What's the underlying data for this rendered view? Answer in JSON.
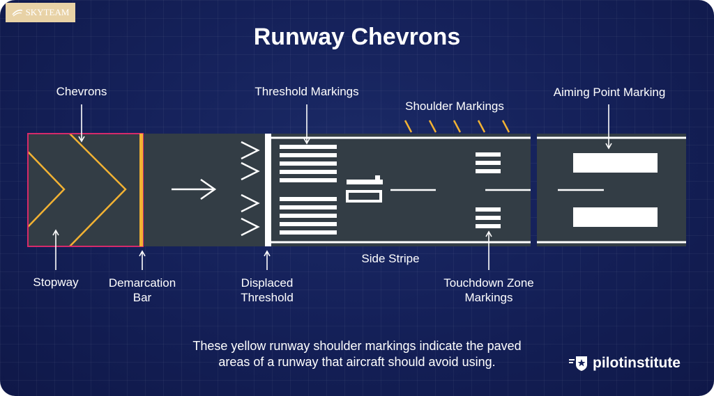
{
  "badge": {
    "text": "SKYTEAM"
  },
  "title": "Runway Chevrons",
  "labels": {
    "chevrons": "Chevrons",
    "threshold_markings": "Threshold Markings",
    "shoulder_markings": "Shoulder Markings",
    "aiming_point_marking": "Aiming Point Marking",
    "stopway": "Stopway",
    "demarcation_bar_line1": "Demarcation",
    "demarcation_bar_line2": "Bar",
    "displaced_threshold_line1": "Displaced",
    "displaced_threshold_line2": "Threshold",
    "side_stripe": "Side Stripe",
    "touchdown_zone_line1": "Touchdown Zone",
    "touchdown_zone_line2": "Markings"
  },
  "caption": {
    "line1": "These yellow runway shoulder markings indicate the paved",
    "line2": "areas of a runway that aircraft should avoid using."
  },
  "brand": {
    "name": "pilotinstitute"
  },
  "colors": {
    "background": "#15215a",
    "pavement": "#333d45",
    "yellow": "#f2b233",
    "magenta": "#d62a6a",
    "white": "#ffffff",
    "badge": "#e8d2a6"
  },
  "icons": {
    "badge_icon": "plane-swirl-icon",
    "brand_icon": "star-badge-icon"
  }
}
